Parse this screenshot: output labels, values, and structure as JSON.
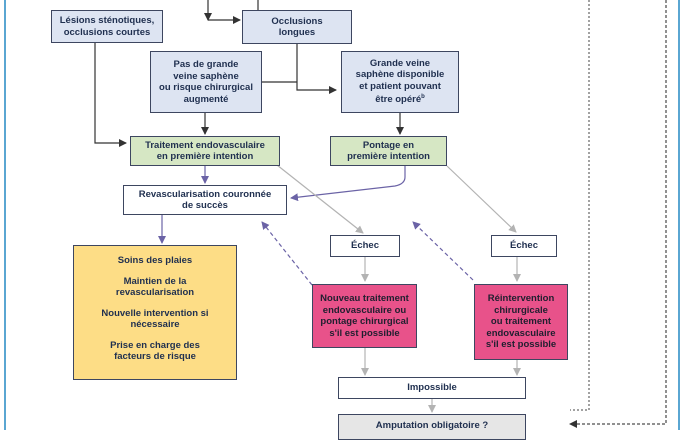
{
  "colors": {
    "frame": "#5aa6d2",
    "box_blue": "#dde4f2",
    "box_green": "#d6e7c4",
    "box_pink": "#e8528a",
    "box_yellow": "#fddd86",
    "box_grey": "#e6e6e6",
    "arrow_dark": "#333333",
    "arrow_purple": "#6b63a6",
    "arrow_grey": "#b3b3b3"
  },
  "nodes": {
    "stenotic": [
      "Lésions sténotiques,",
      "occlusions courtes"
    ],
    "long_occlusions": [
      "Occlusions",
      "longues"
    ],
    "no_vein": [
      "Pas de grande",
      "veine saphène",
      "ou risque chirurgical",
      "augmenté"
    ],
    "vein_available": [
      "Grande veine",
      "saphène disponible",
      "et patient pouvant",
      "être opéré"
    ],
    "vein_available_sup": "b",
    "endovascular": [
      "Traitement endovasculaire",
      "en première intention"
    ],
    "bypass": [
      "Pontage en",
      "première intention"
    ],
    "success": [
      "Revascularisation couronnée",
      "de succès"
    ],
    "failure_left": "Échec",
    "failure_right": "Échec",
    "care": [
      "Soins des plaies",
      "Maintien de la revascularisation",
      "Nouvelle intervention si nécessaire",
      "Prise en charge des facteurs de risque"
    ],
    "new_treatment": [
      "Nouveau traitement",
      "endovasculaire ou",
      "pontage chirurgical",
      "s'il est possible"
    ],
    "reintervention": [
      "Réintervention",
      "chirurgicale",
      "ou traitement",
      "endovasculaire",
      "s'il est possible"
    ],
    "impossible": "Impossible",
    "amputation": "Amputation obligatoire ?"
  }
}
